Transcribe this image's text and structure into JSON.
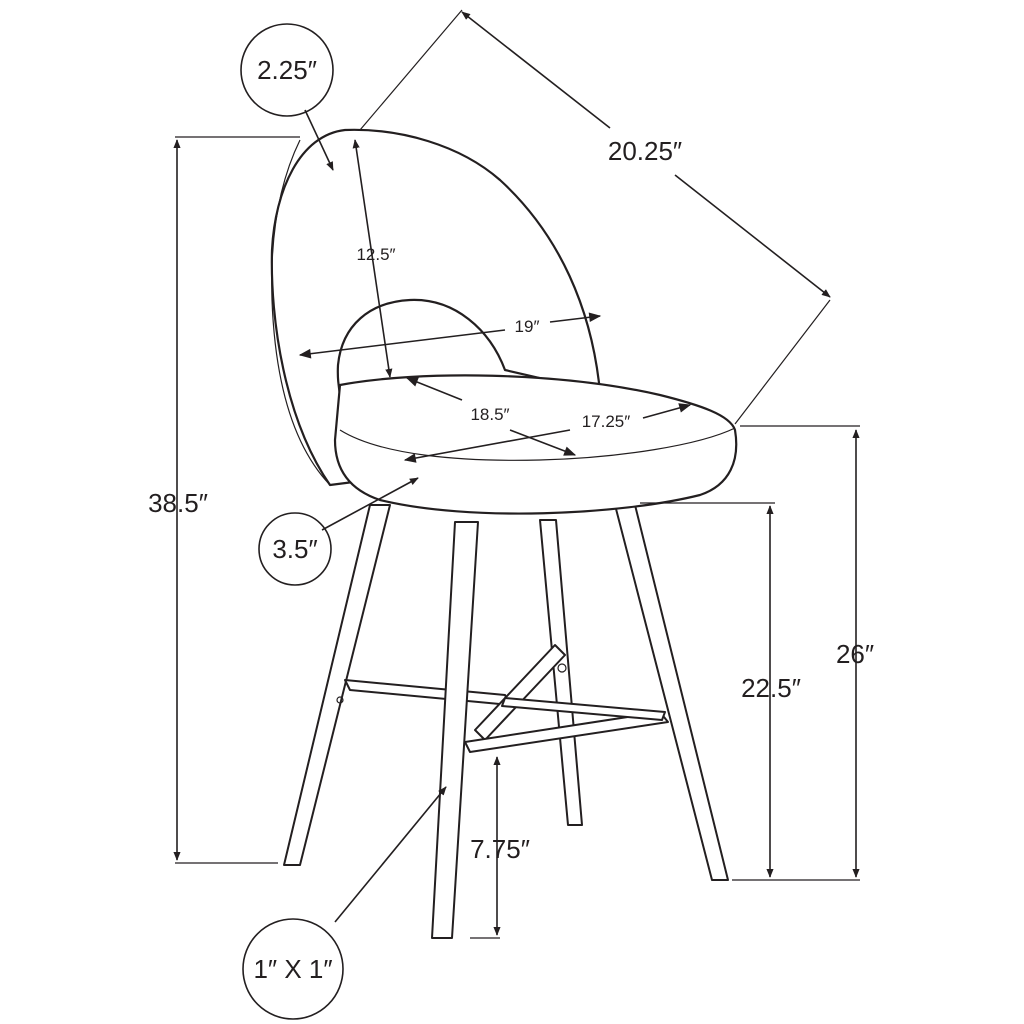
{
  "colors": {
    "line": "#231f20",
    "background": "#ffffff"
  },
  "dimensions": {
    "back_thickness": "2.25″",
    "overall_depth": "20.25″",
    "back_height": "12.5″",
    "back_width": "19″",
    "seat_depth": "18.5″",
    "seat_width": "17.25″",
    "overall_height": "38.5″",
    "seat_thickness": "3.5″",
    "seat_height": "26″",
    "footrest_to_seat": "22.5″",
    "footrest_height": "7.75″",
    "leg_size": "1″ X 1″"
  }
}
